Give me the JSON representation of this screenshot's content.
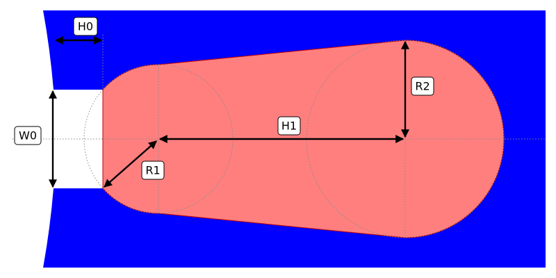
{
  "colors": {
    "background": "#ffffff",
    "wall": "#0000ff",
    "cavity": "#ff7f7f",
    "cavity_outline": "#c00000",
    "guide": "#888888",
    "arrow": "#000000"
  },
  "labels": {
    "h0": "H0",
    "w0": "W0",
    "h1": "H1",
    "r1": "R1",
    "r2": "R2"
  }
}
